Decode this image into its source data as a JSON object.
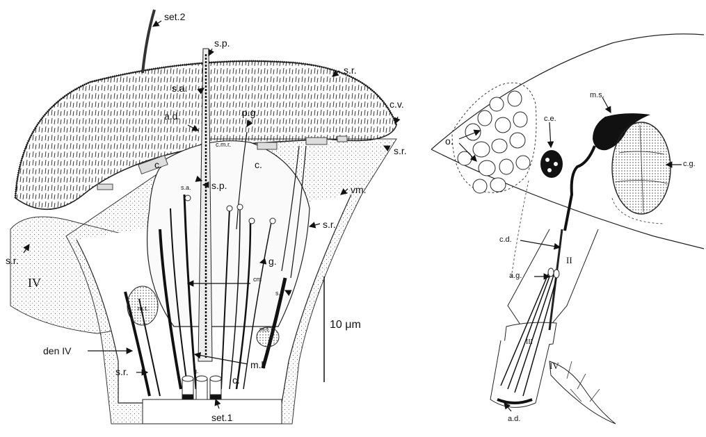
{
  "left_panel": {
    "labels": {
      "set2": "set.2",
      "sp_top": "s.p.",
      "sr_top": "s.r.",
      "sa_top": "s.a.",
      "ad_left": "a.d.",
      "pg": "p.g.",
      "cv": "c.v.",
      "cmr": "c.m.r.",
      "sr_right": "s.r.",
      "c_left": "c.",
      "c_center": "c.",
      "sa_mid": "s.a.",
      "sp_mid": "s.p.",
      "vm": "vm.",
      "sr_mid_right": "s.r.",
      "sr_left": "s.r.",
      "iv_left": "IV",
      "g_mid": "g.",
      "cm": "cm",
      "sr_inner": "s.r.",
      "mt_left": "m.t.",
      "mt_right": "m.t.",
      "den_iv": "den IV",
      "sr_bottom": "s.r.",
      "ml": "m.l.",
      "g_bottom": "g.",
      "c_bottom": "c.",
      "set1": "set.1",
      "scale": "10 μm"
    }
  },
  "right_panel": {
    "labels": {
      "ms": "m.s.",
      "o": "o.",
      "ce": "c.e.",
      "cg": "c.g.",
      "cd": "c.d.",
      "ii": "II",
      "ag": "a.g.",
      "iii": "III",
      "iv": "IV",
      "ad": "a.d."
    }
  }
}
